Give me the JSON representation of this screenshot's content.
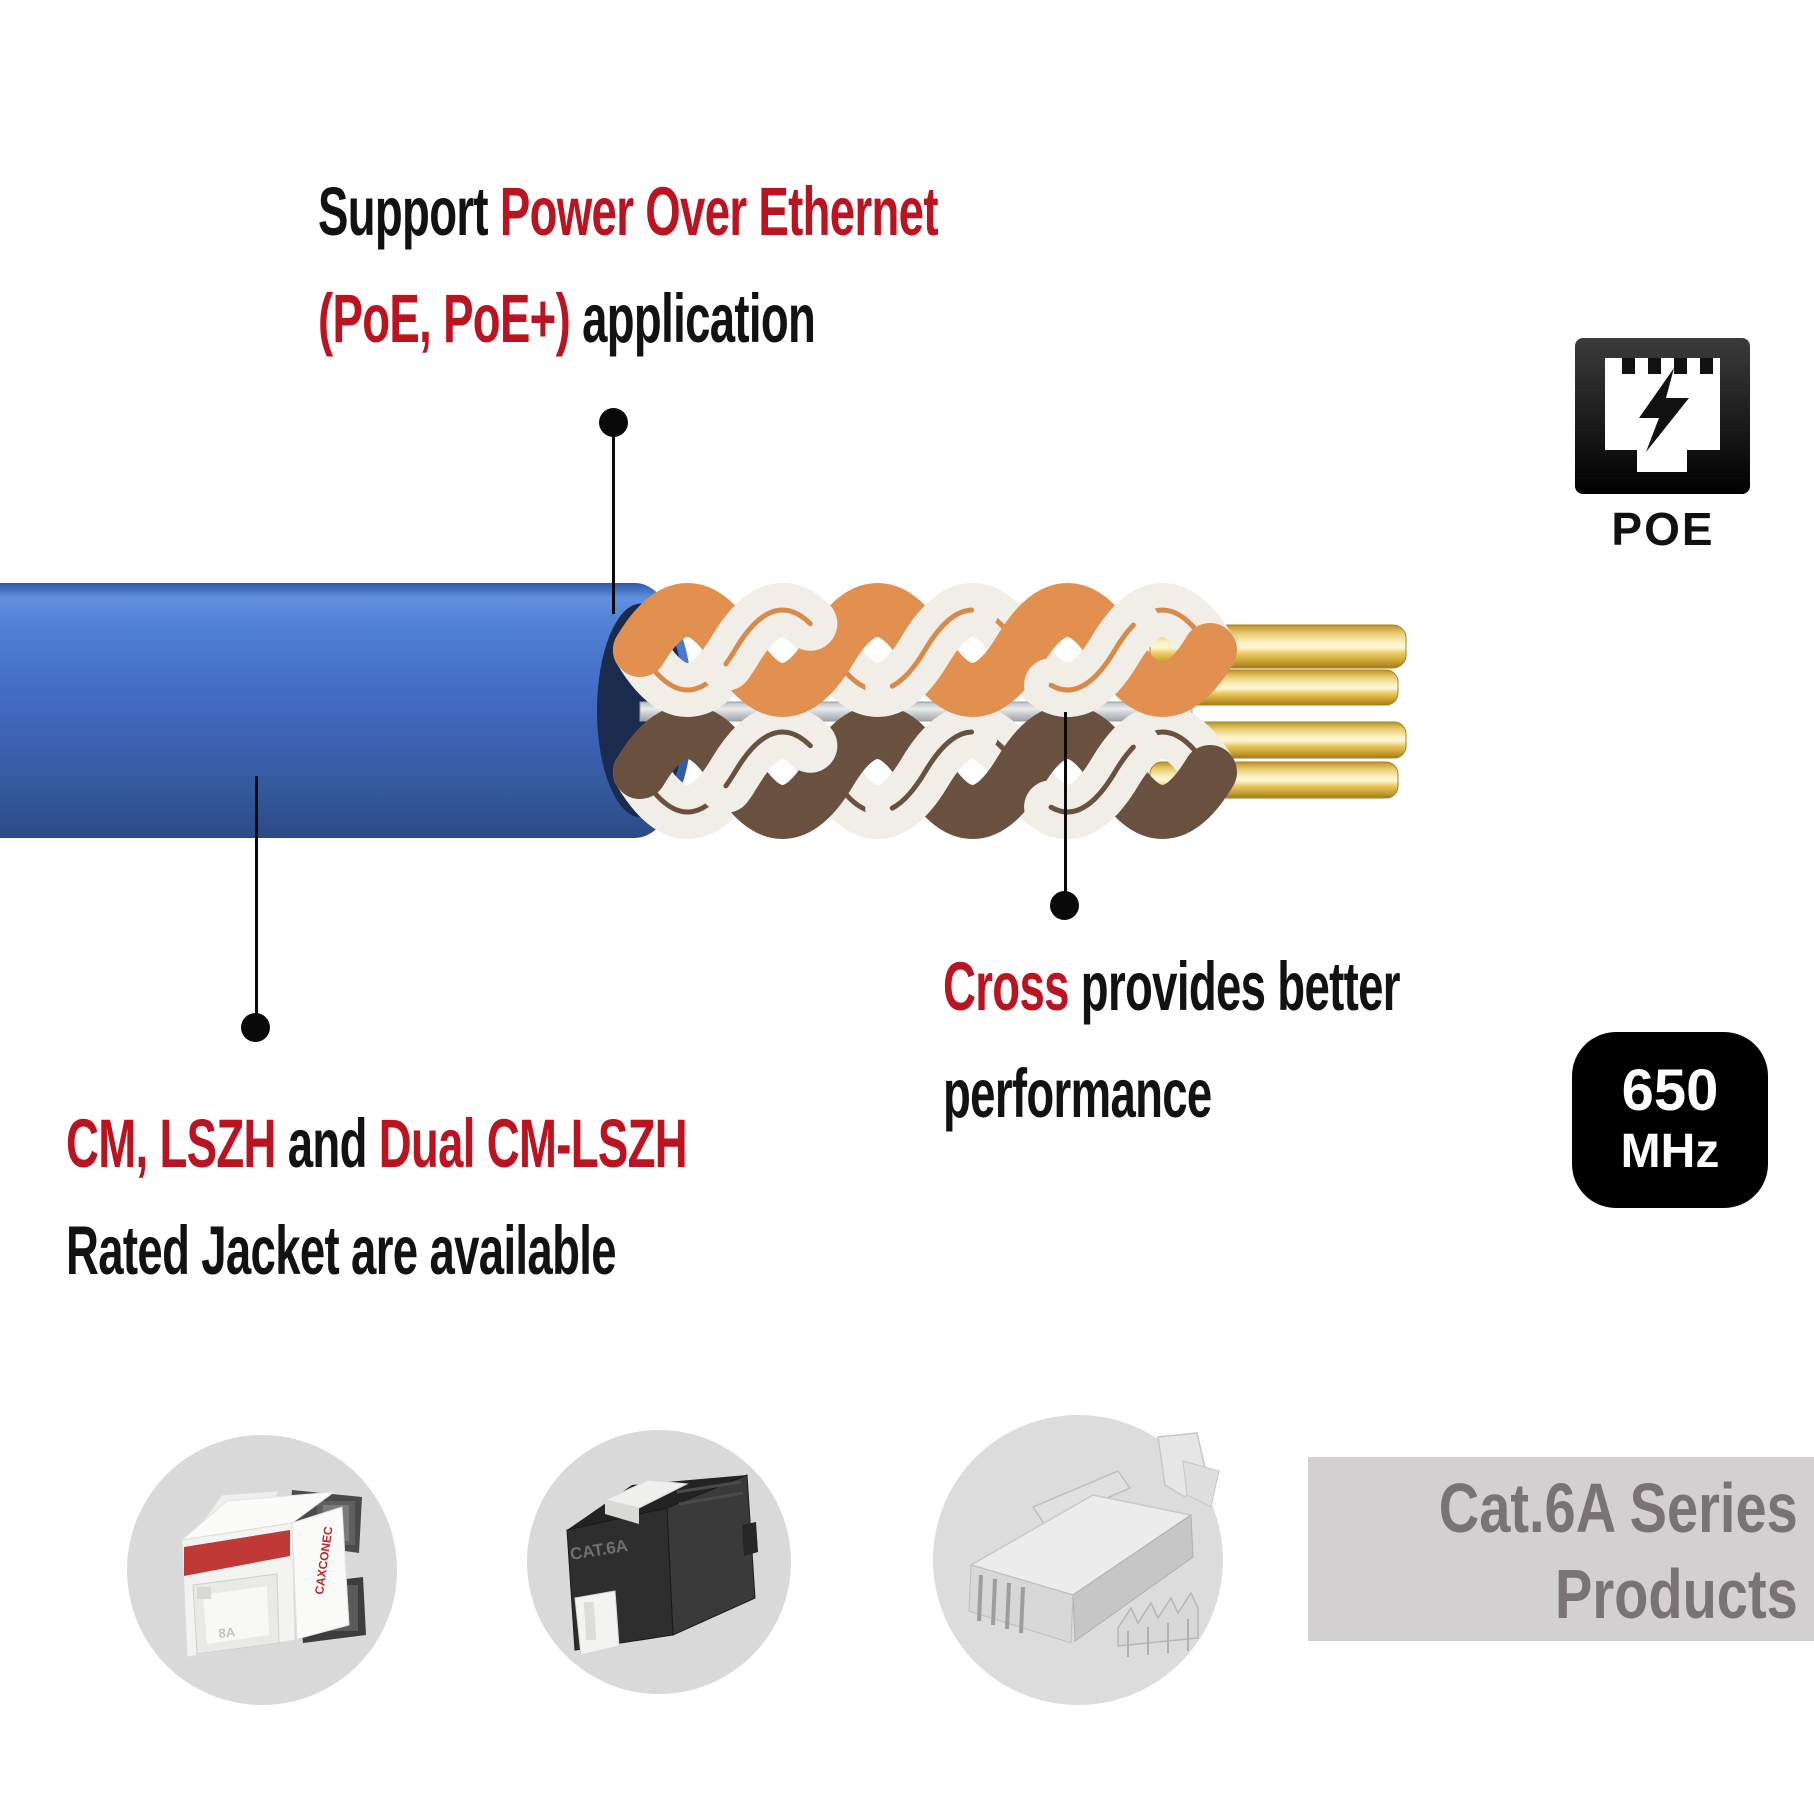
{
  "annotations": {
    "poe_app": {
      "line1_prefix": "Support ",
      "line1_highlight": "Power Over Ethernet",
      "line2_highlight": "(PoE, PoE+)",
      "line2_suffix": " application"
    },
    "cross": {
      "highlight": "Cross",
      "rest": " provides better",
      "line2": "performance"
    },
    "jacket": {
      "highlight1": "CM, LSZH",
      "mid": " and ",
      "highlight2": "Dual CM-LSZH",
      "line2": "Rated Jacket are available"
    }
  },
  "badges": {
    "poe_label": "POE",
    "frequency": {
      "value": "650",
      "unit": "MHz"
    }
  },
  "series_panel": {
    "line1": "Cat.6A Series",
    "line2": "Products"
  },
  "products": [
    {
      "name": "white-keystone-jack",
      "brand": "CAXCONEC",
      "marking": "8A"
    },
    {
      "name": "black-keystone-jack",
      "label": "CAT.6A"
    },
    {
      "name": "shielded-rj45-plug"
    }
  ],
  "colors": {
    "accent_red": "#bb1320",
    "jacket_blue": "#416bc4",
    "wire_orange": "#e2904f",
    "wire_brown": "#6a513f",
    "wire_white": "#f1eee8",
    "conductor_gold": "#e8c257",
    "panel_bg": "#d3d0d1",
    "panel_text": "#7a7375",
    "badge_black": "#000000",
    "circle_gray": "#d9d9d9"
  }
}
